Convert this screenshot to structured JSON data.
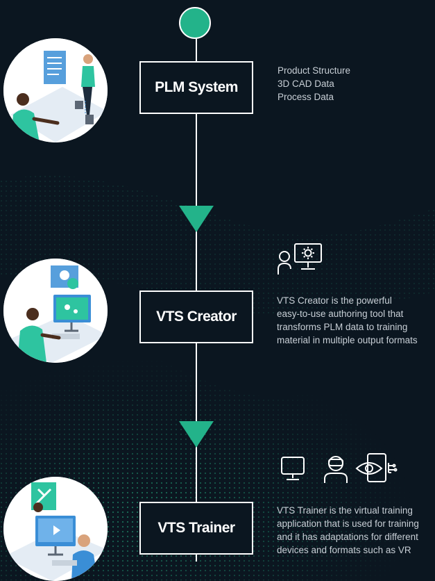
{
  "colors": {
    "background": "#0b1620",
    "accent": "#23b38a",
    "line": "#ffffff",
    "text": "#c8cfd6"
  },
  "nodes": {
    "plm": {
      "label": "PLM System",
      "details": [
        "Product Structure",
        "3D CAD Data",
        "Process Data"
      ]
    },
    "creator": {
      "label": "VTS Creator",
      "details": [
        "VTS Creator is the powerful",
        "easy-to-use authoring tool that",
        "transforms PLM data to training",
        "material in multiple output formats"
      ],
      "icons": [
        "user-gear-monitor-icon"
      ]
    },
    "trainer": {
      "label": "VTS Trainer",
      "details": [
        "VTS Trainer is the virtual training",
        "application that is used for training",
        "and it has adaptations for different",
        "devices and formats such as VR"
      ],
      "icons": [
        "monitor-icon",
        "vr-headset-icon",
        "tablet-eye-icon"
      ]
    }
  }
}
